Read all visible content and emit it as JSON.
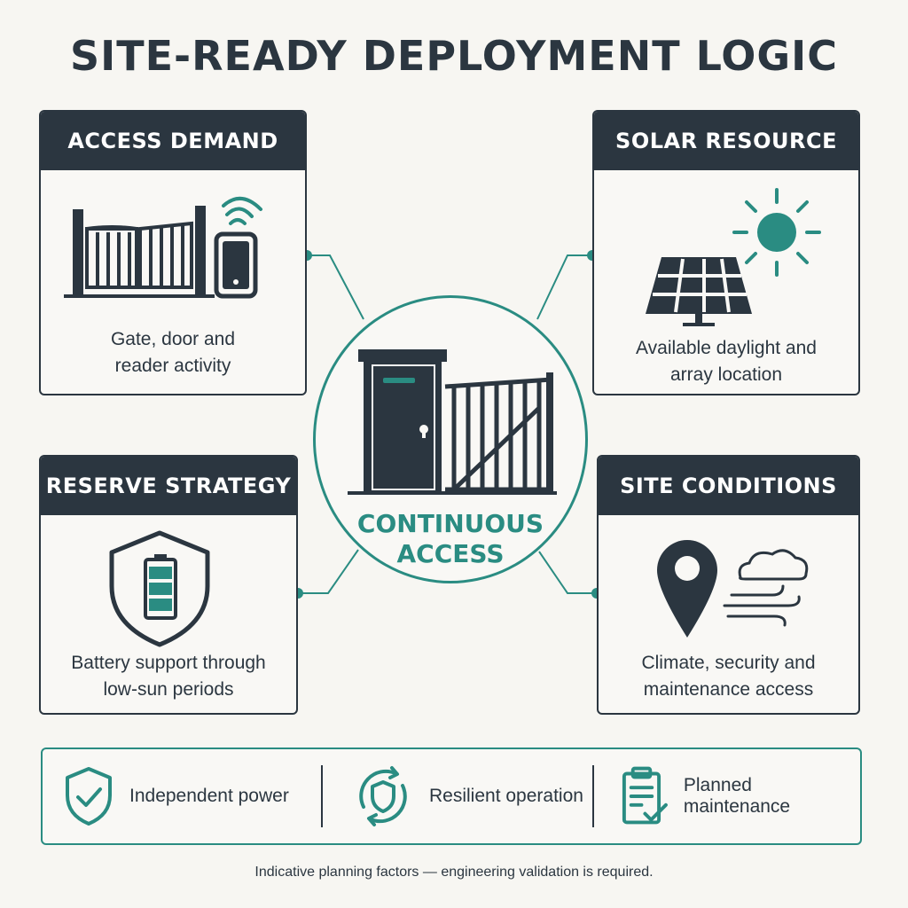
{
  "title": "SITE-READY DEPLOYMENT LOGIC",
  "cards": {
    "access": {
      "heading": "ACCESS DEMAND",
      "desc_line1": "Gate, door and",
      "desc_line2": "reader activity",
      "icon": "gate-reader-icon"
    },
    "solar": {
      "heading": "SOLAR RESOURCE",
      "desc_line1": "Available daylight and",
      "desc_line2": "array location",
      "icon": "solar-panel-sun-icon"
    },
    "reserve": {
      "heading": "RESERVE STRATEGY",
      "desc_line1": "Battery support through",
      "desc_line2": "low-sun periods",
      "icon": "shield-battery-icon"
    },
    "site": {
      "heading": "SITE CONDITIONS",
      "desc_line1": "Climate, security and",
      "desc_line2": "maintenance access",
      "icon": "location-weather-icon"
    }
  },
  "center": {
    "line1": "CONTINUOUS",
    "line2": "ACCESS",
    "icon": "door-gate-icon"
  },
  "benefits": [
    {
      "label": "Independent power",
      "icon": "shield-check-icon"
    },
    {
      "label": "Resilient operation",
      "icon": "shield-cycle-icon"
    },
    {
      "label": "Planned maintenance",
      "icon": "clipboard-check-icon"
    }
  ],
  "footnote": "Indicative planning factors — engineering validation is required.",
  "colors": {
    "dark": "#2b3640",
    "accent": "#2a8c82",
    "background": "#f7f6f2"
  }
}
